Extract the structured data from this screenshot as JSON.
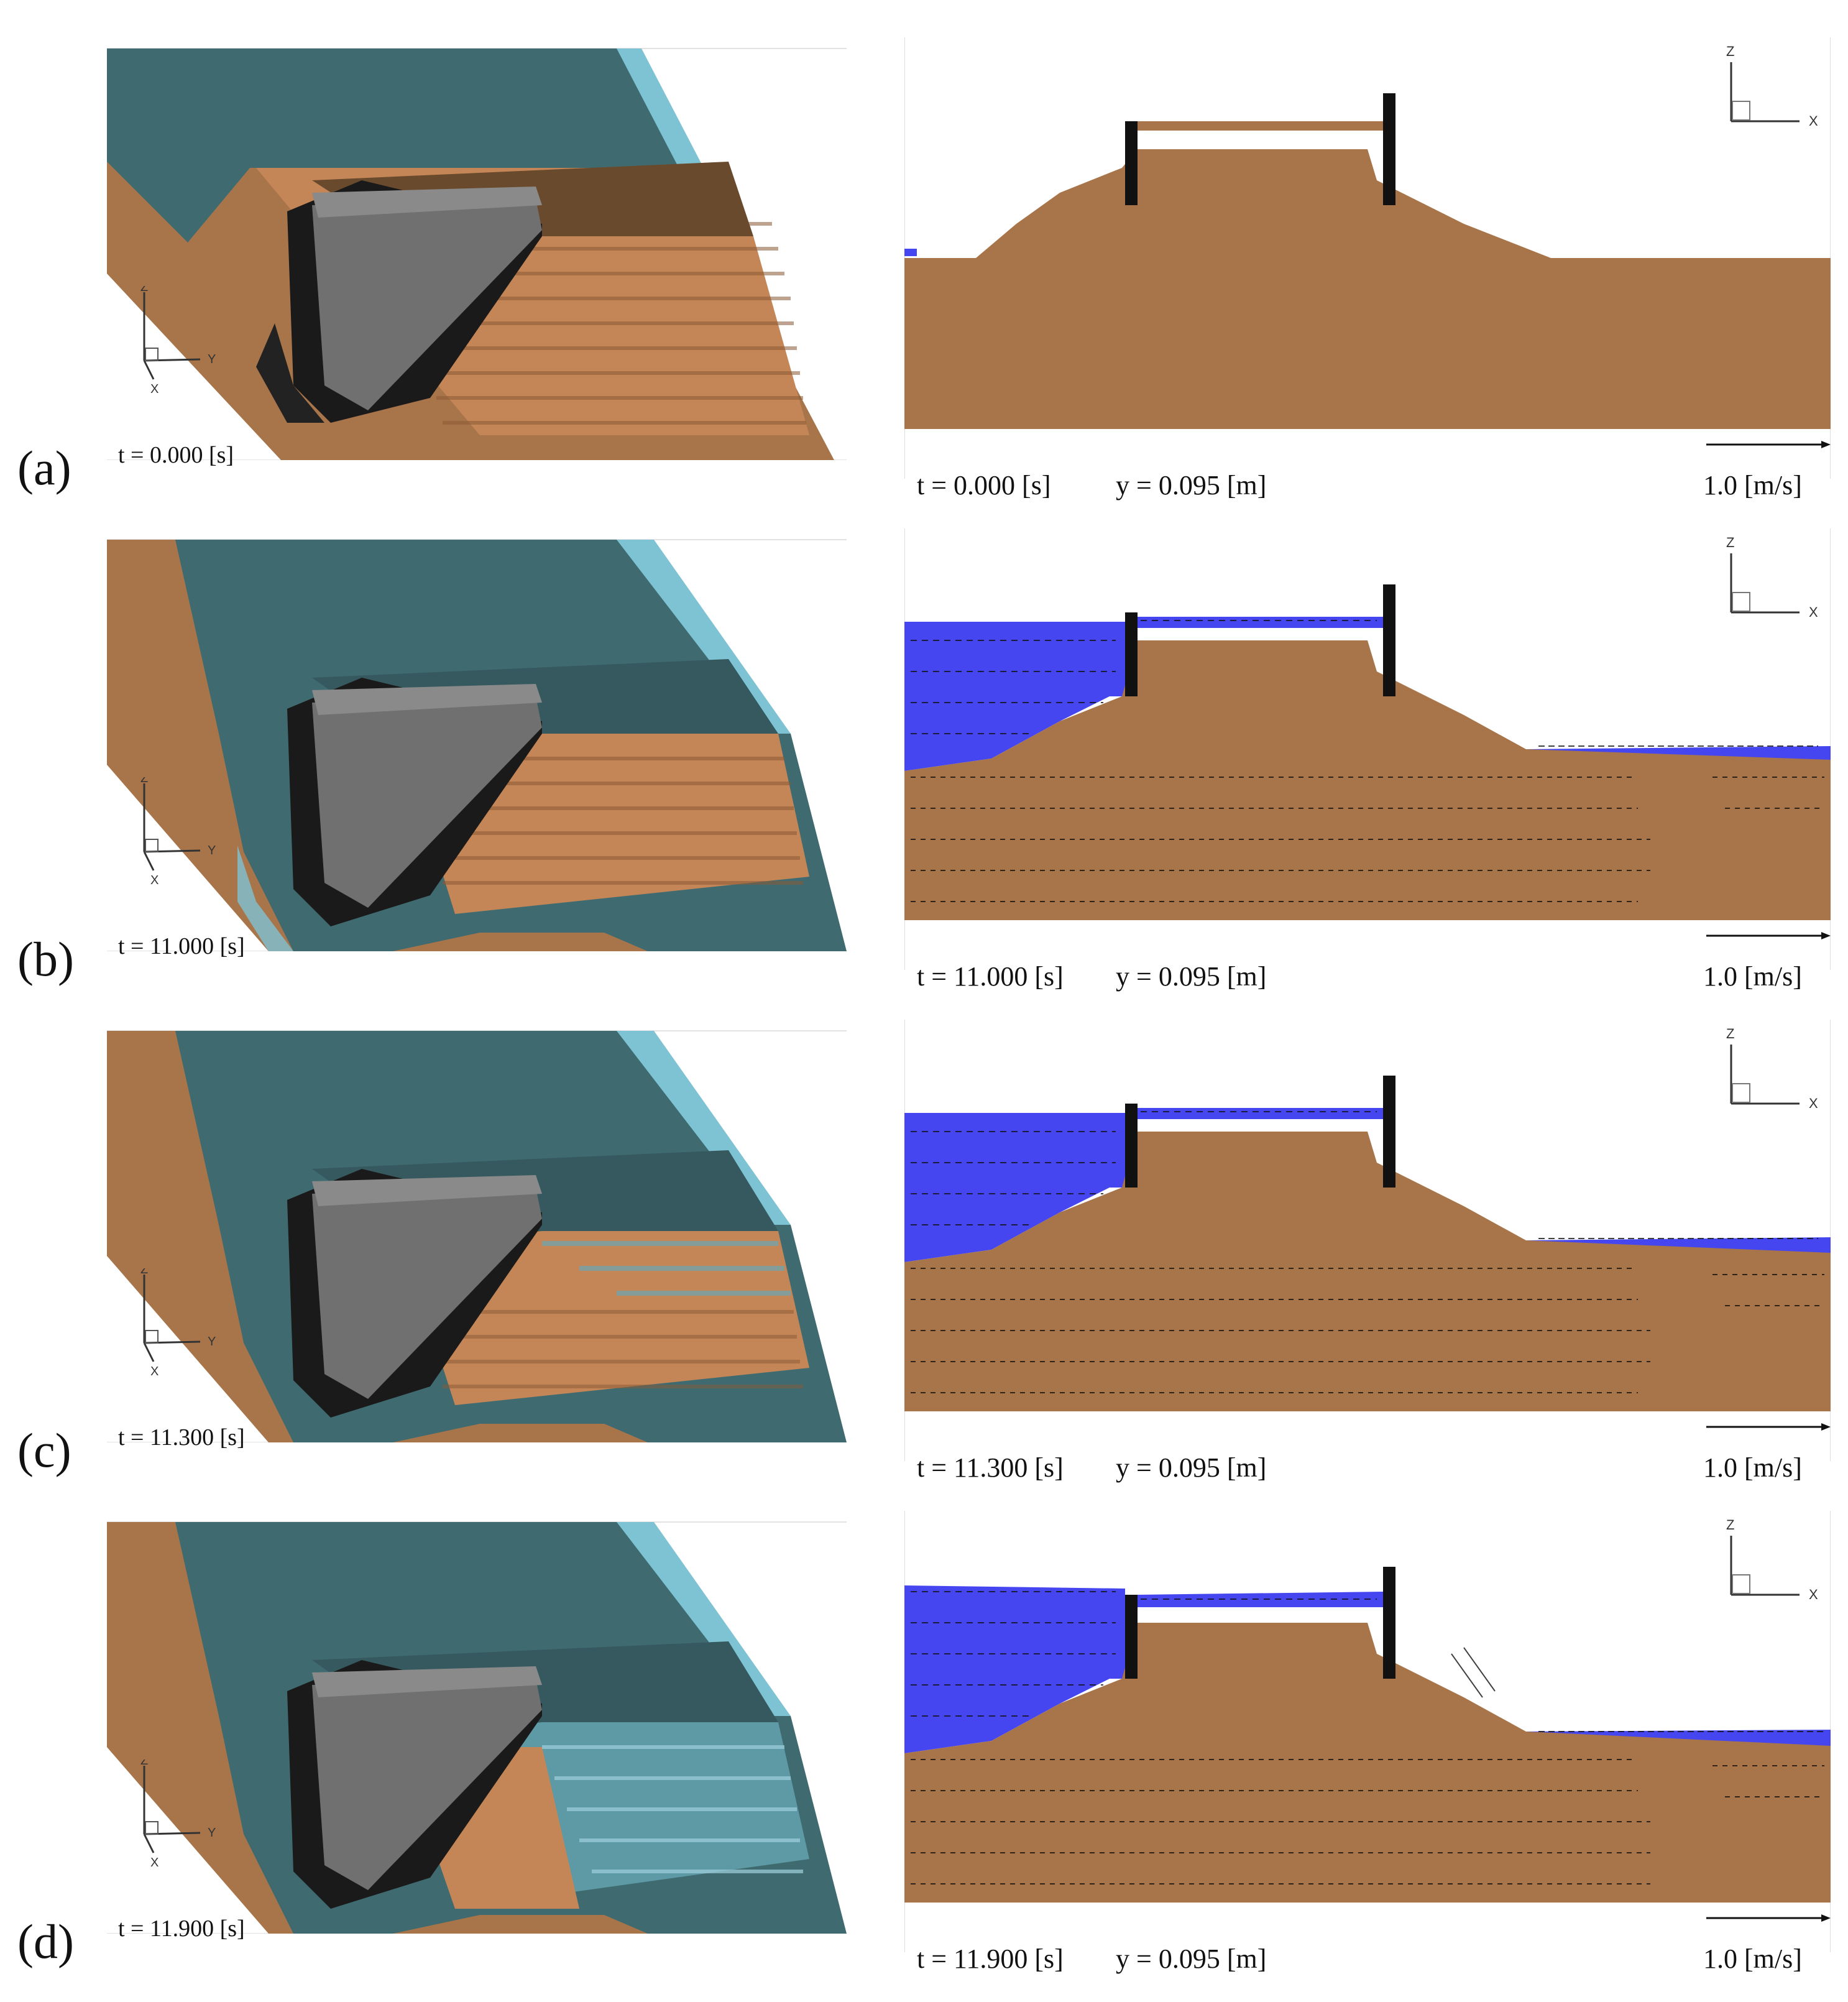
{
  "colors": {
    "sediment": "#a8754a",
    "sediment_dark": "#6a4a2d",
    "water_3d": "#3f6b70",
    "water_light": "#7ec3d3",
    "wall_gray": "#6e6e6e",
    "wall_black": "#111111",
    "water_2d": "#4646f0"
  },
  "axes3d": {
    "z": "Z",
    "y": "Y",
    "x": "X"
  },
  "axes2d": {
    "z": "Z",
    "x": "X"
  },
  "common": {
    "y_label": "y = 0.095 [m]",
    "vector_ref": "1.0 [m/s]"
  },
  "panels": [
    {
      "label": "(a)",
      "time": "t = 0.000 [s]"
    },
    {
      "label": "(b)",
      "time": "t = 11.000 [s]"
    },
    {
      "label": "(c)",
      "time": "t = 11.300 [s]"
    },
    {
      "label": "(d)",
      "time": "t = 11.900 [s]"
    }
  ]
}
